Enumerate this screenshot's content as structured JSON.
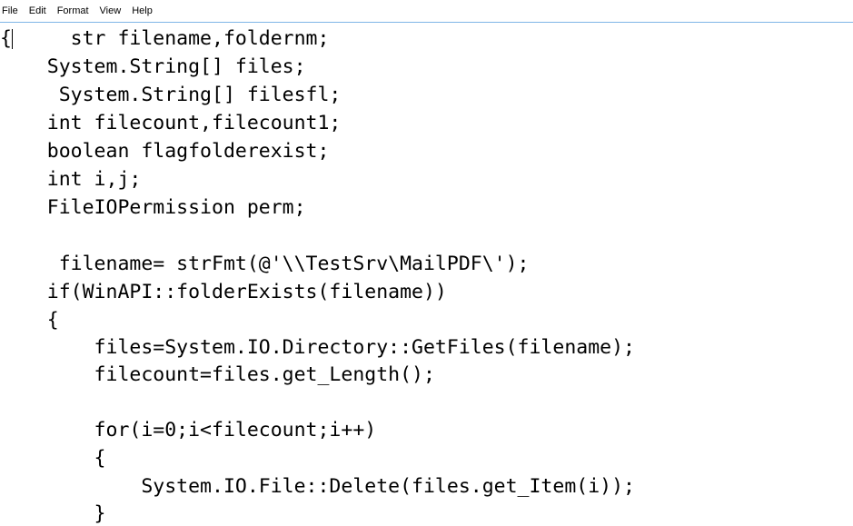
{
  "menubar": {
    "items": [
      "File",
      "Edit",
      "Format",
      "View",
      "Help"
    ]
  },
  "editor": {
    "lines": [
      "{     str filename,foldernm;",
      "    System.String[] files;",
      "     System.String[] filesfl;",
      "    int filecount,filecount1;",
      "    boolean flagfolderexist;",
      "    int i,j;",
      "    FileIOPermission perm;",
      "",
      "     filename= strFmt(@'\\\\TestSrv\\MailPDF\\');",
      "    if(WinAPI::folderExists(filename))",
      "    {",
      "        files=System.IO.Directory::GetFiles(filename);",
      "        filecount=files.get_Length();",
      "",
      "        for(i=0;i<filecount;i++)",
      "        {",
      "            System.IO.File::Delete(files.get_Item(i));",
      "        }"
    ]
  }
}
